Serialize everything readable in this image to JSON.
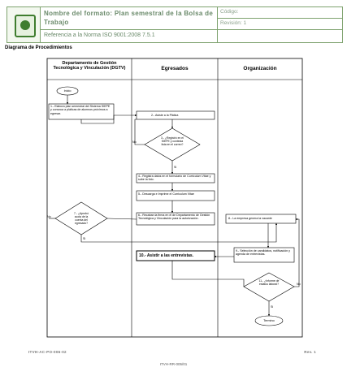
{
  "header": {
    "title": "Nombre del formato: Plan semestral de la Bolsa de Trabajo",
    "reference": "Referencia a la Norma ISO 9001:2008 7.5.1",
    "code_label": "Código:",
    "revision_label": "Revisión: 1"
  },
  "section_title": "Diagrama de Procedimientos",
  "lanes": [
    "Departamento de Gestión Tecnológica y Vinculación (DGTV)",
    "Egresados",
    "Organización"
  ],
  "steps": {
    "inicio": "Inicio",
    "s1": "1.- Elabora plan semestral del Sistema SIEPE y convoca a pláticas de alumnos próximos a egresar.",
    "s2": "2.- Asiste a la Plática",
    "d3": "3.- ¿Registró en el SIEPE y contesta lista en el correo?",
    "s4": "4.- Registra datos en el formulario de Curriculum Vitae y sube la foto.",
    "s5": "5.- Descarga e Imprime el Curriculum Vitae",
    "s6": "6.- Recaban la firma en el de Departamento de Gestión Tecnológica y Vinculación para la autorización.",
    "d7": "7.- ¿Aprobó cuota de la cuenta del egresado?",
    "s8": "8.- La empresa genera la vacante",
    "s9": "9.- Selección de candidatos, notificación y agenda de entrevistas.",
    "s10": "10.- Asistir a las entrevistas.",
    "d11": "11.- ¿Informe de estatus laboral?",
    "termino": "Termino"
  },
  "labels": {
    "no": "No",
    "si": "Si"
  },
  "footer": {
    "left": "ITVH-AC-PO-006-02",
    "right": "Rev. 1",
    "bottom": "ITVH-RR-005/01"
  }
}
